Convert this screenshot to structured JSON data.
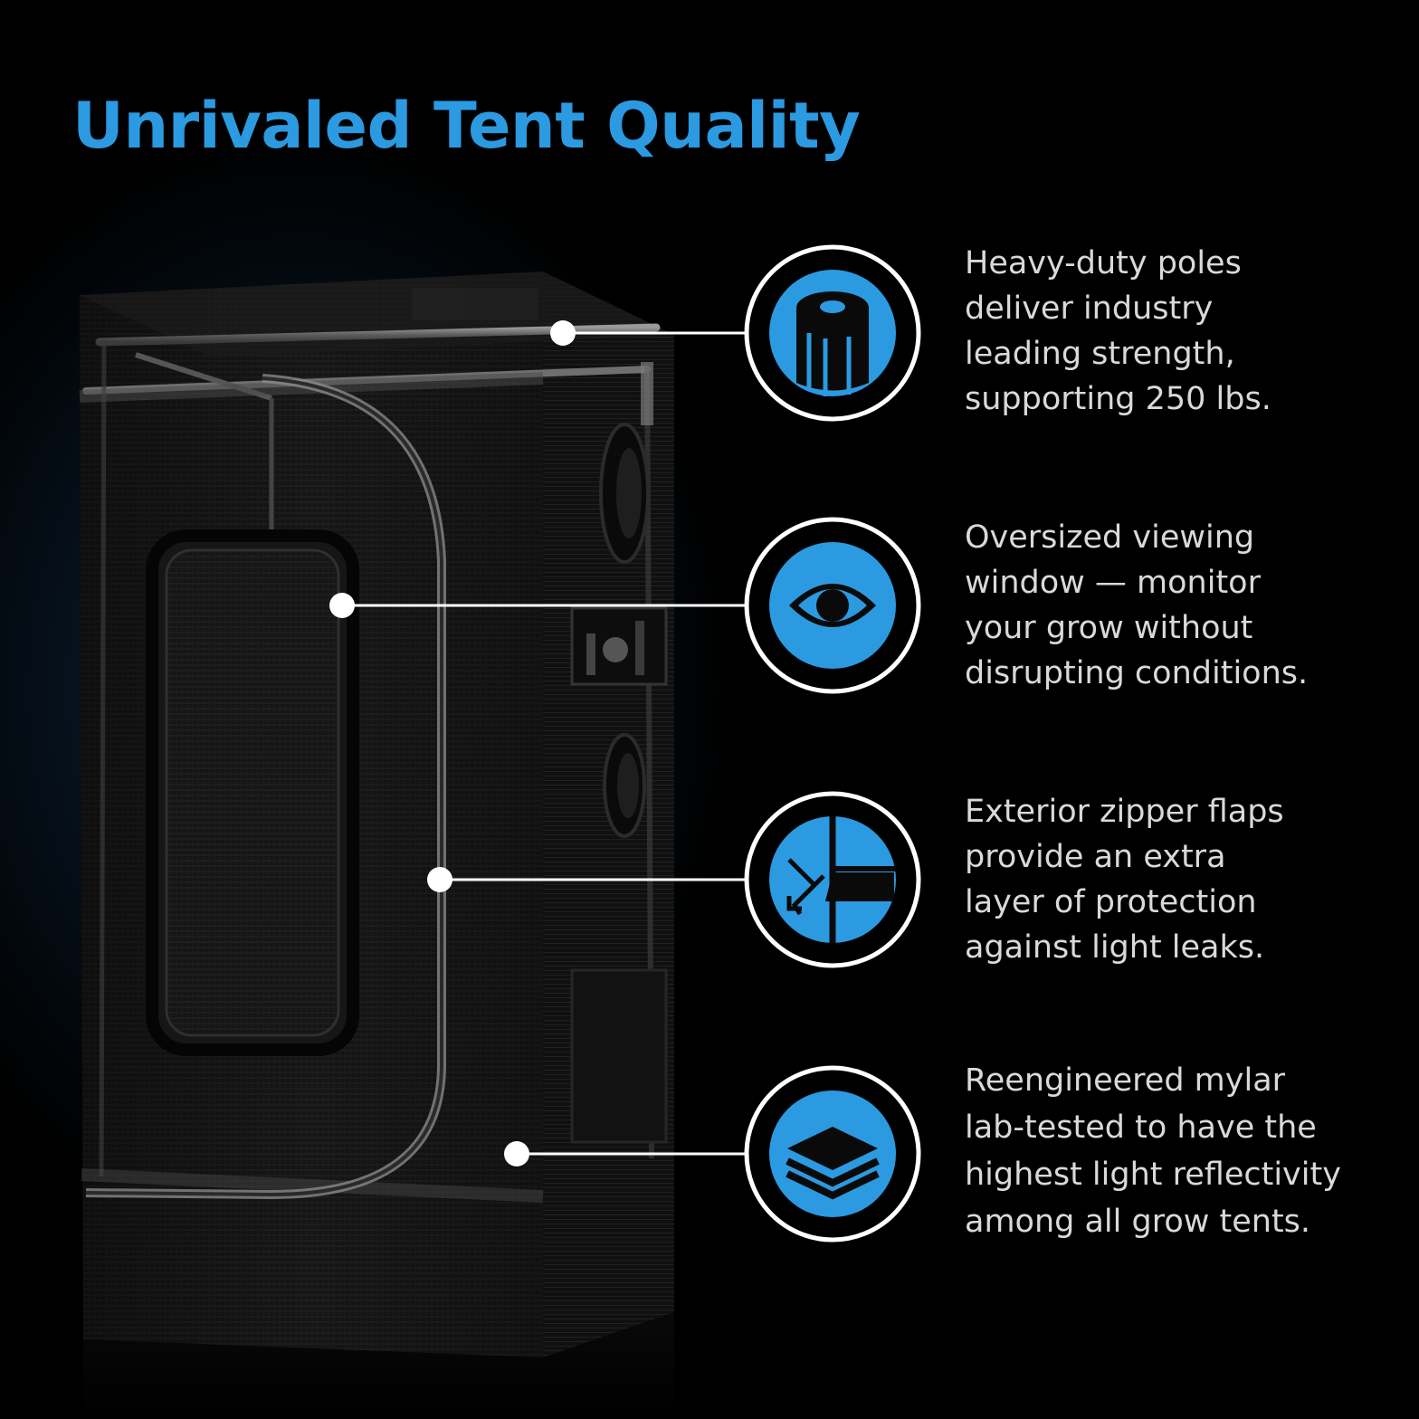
{
  "title": "Unrivaled Tent Quality",
  "colors": {
    "accent": "#2b9ae1",
    "background": "#000000",
    "text": "#d9d9d9"
  },
  "features": [
    {
      "icon": "pole-icon",
      "text": "Heavy-duty poles\ndeliver industry\nleading strength,\nsupporting 250 lbs."
    },
    {
      "icon": "eye-icon",
      "text": "Oversized viewing\nwindow — monitor\nyour grow without\ndisrupting conditions."
    },
    {
      "icon": "zipper-flap-icon",
      "text": "Exterior zipper flaps\nprovide an extra\nlayer of protection\nagainst light leaks."
    },
    {
      "icon": "layers-icon",
      "text": "Reengineered mylar\nlab-tested to have the\nhighest light reflectivity\namong all grow tents."
    }
  ]
}
